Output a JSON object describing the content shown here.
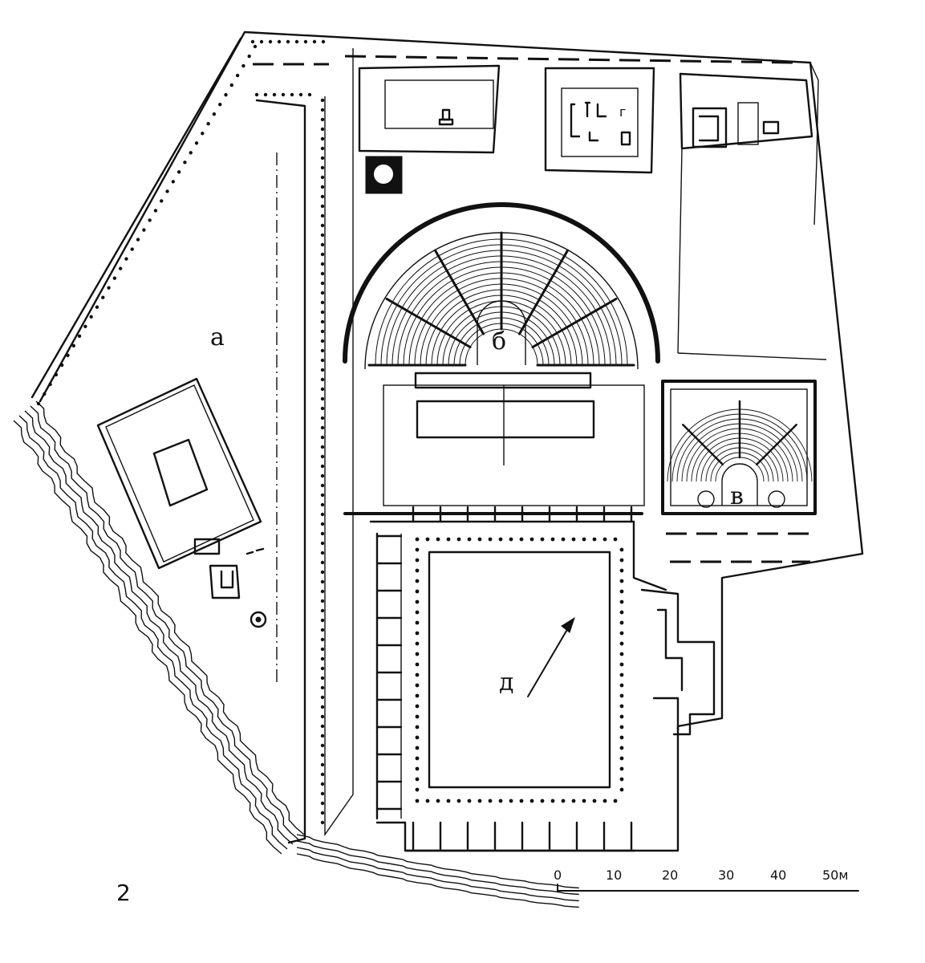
{
  "figure_number": "2",
  "labels": {
    "a": "а",
    "b": "б",
    "v": "в",
    "g": "г",
    "d": "д"
  },
  "scale_bar": {
    "ticks": [
      "0",
      "10",
      "20",
      "30",
      "40",
      "50м"
    ]
  },
  "colors": {
    "ink": "#111111",
    "paper": "#ffffff"
  }
}
